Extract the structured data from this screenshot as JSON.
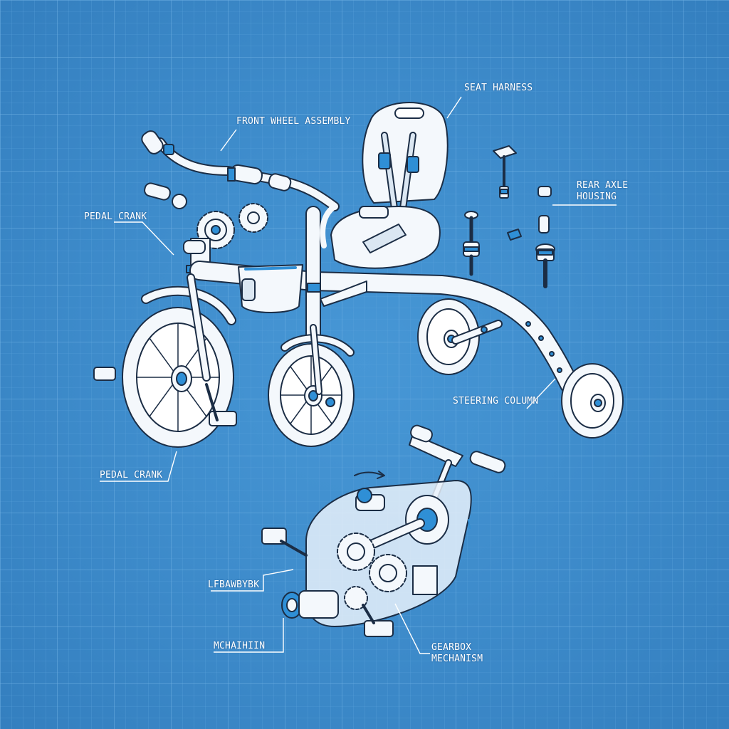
{
  "colors": {
    "background": "#3f8fcf",
    "grid_minor": "#5aa2db",
    "grid_major": "#6fb0e3",
    "part_fill": "#f4f8fc",
    "part_stroke": "#1b2d45",
    "accent": "#2f8fd6",
    "label_text": "#ffffff"
  },
  "labels": {
    "front_wheel_assembly": "FRONT WHEEL ASSEMBLY",
    "seat_harness": "SEAT HARNESS",
    "pedal_crank_top": "PEDAL CRANK",
    "rear_axle_line1": "REAR AXLE",
    "rear_axle_line2": "HOUSING",
    "steering_column": "STEERING COLUMN",
    "pedal_crank_bottom": "PEDAL CRANK",
    "left_garbled": "LFBAWBYBK",
    "mechanism_garbled": "MCHAIHIIN",
    "gearbox_line1": "GEARBOX",
    "gearbox_line2": "MECHANISM"
  },
  "icons": [
    "tricycle-illustration",
    "seat-harness-icon",
    "gear-icon",
    "wheel-icon",
    "gearbox-icon",
    "bolt-icon"
  ]
}
